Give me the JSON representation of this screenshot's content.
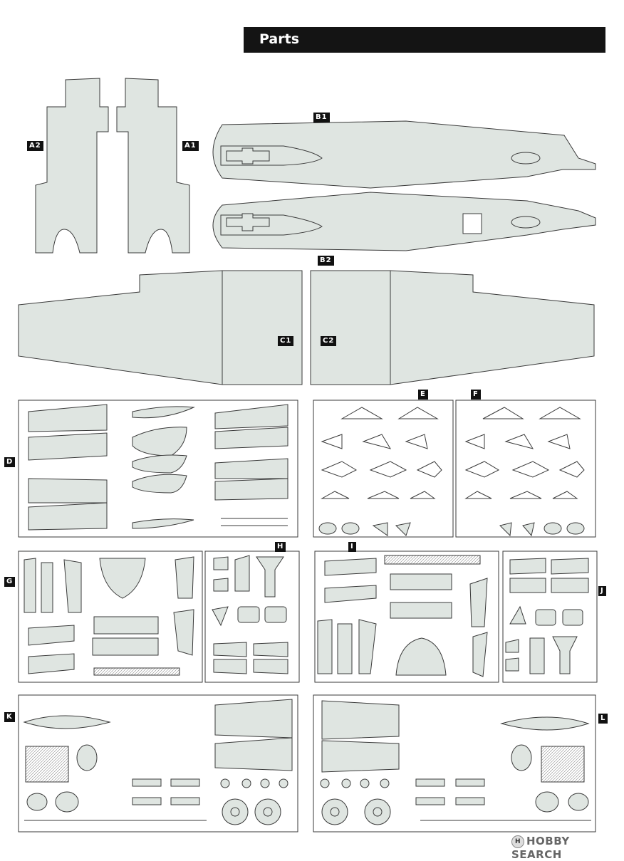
{
  "header": {
    "title": "Parts"
  },
  "labels": {
    "A1": "A1",
    "A2": "A2",
    "B1": "B1",
    "B2": "B2",
    "C1": "C1",
    "C2": "C2",
    "D": "D",
    "E": "E",
    "F": "F",
    "G": "G",
    "H": "H",
    "I": "I",
    "J": "J",
    "K": "K",
    "L": "L"
  },
  "watermark": {
    "logo": "H",
    "text": "HOBBY SEARCH"
  },
  "colors": {
    "part_fill": "#dfe5e1",
    "outline": "#3a3a3a",
    "label_bg": "#111111"
  }
}
